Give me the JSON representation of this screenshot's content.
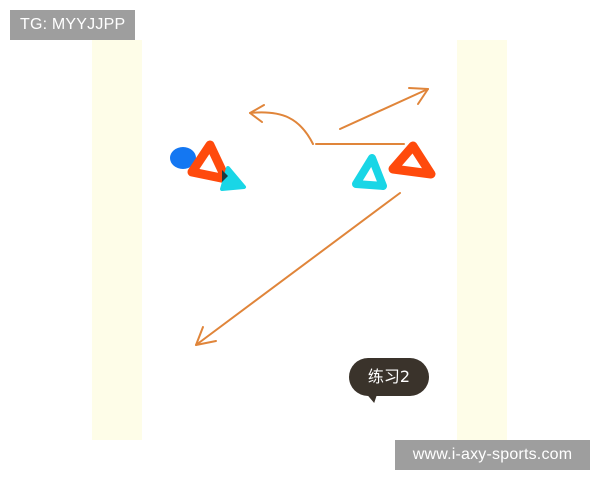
{
  "watermark": {
    "tg_label": "TG: MYYJJPP",
    "site_label": "www.i-axy-sports.com"
  },
  "drill": {
    "bubble_label": "练习2"
  },
  "colors": {
    "lane": "#fefde8",
    "arrow": "#e0853a",
    "cone_orange": "#ff4a0c",
    "cone_cyan": "#19d6e6",
    "ball_blue": "#1477f2",
    "bubble": "#3a332b",
    "watermark_bg": "#9e9e9e"
  }
}
